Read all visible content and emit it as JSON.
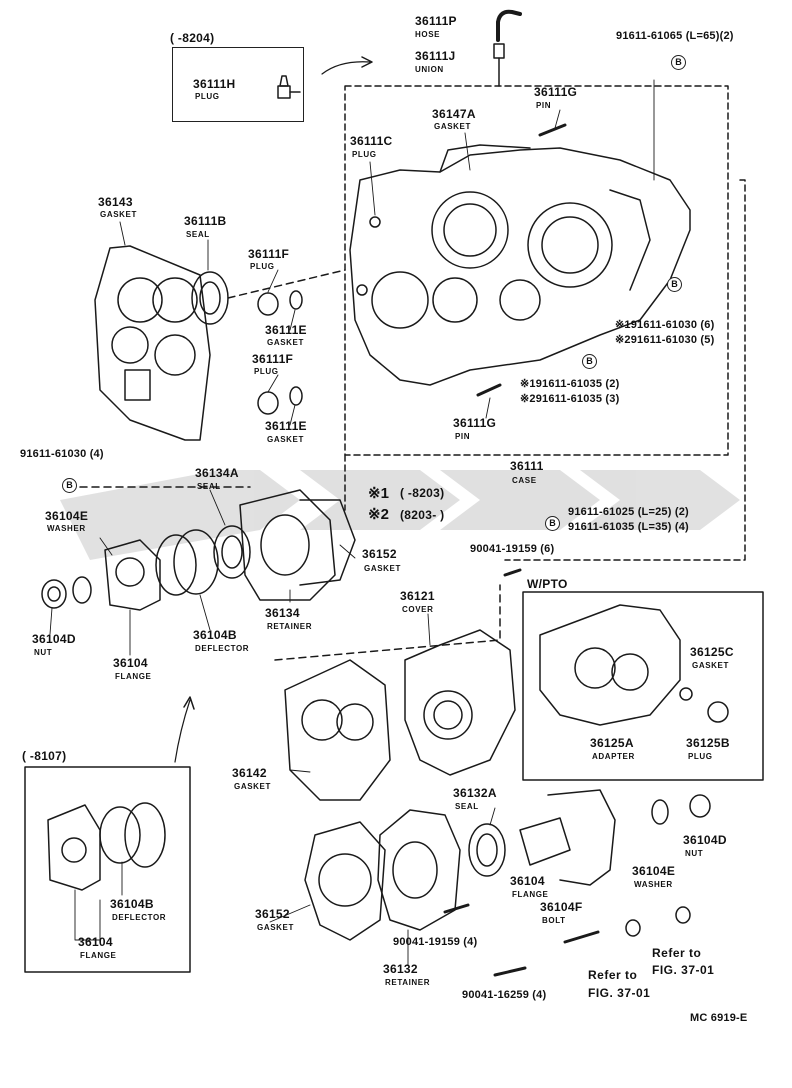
{
  "top_box": {
    "range": "(      -8204)",
    "part": "36111H",
    "desc": "PLUG"
  },
  "hose": {
    "part": "36111P",
    "desc": "HOSE"
  },
  "union": {
    "part": "36111J",
    "desc": "UNION"
  },
  "bolt_top": {
    "part": "91611-61065 (L=65)(2)",
    "ref": "B"
  },
  "gasket_36147A": {
    "part": "36147A",
    "desc": "GASKET"
  },
  "pin_36111G_top": {
    "part": "36111G",
    "desc": "PIN"
  },
  "plug_36111C": {
    "part": "36111C",
    "desc": "PLUG"
  },
  "gasket_36143": {
    "part": "36143",
    "desc": "GASKET"
  },
  "seal_36111B": {
    "part": "36111B",
    "desc": "SEAL"
  },
  "plug_36111F_a": {
    "part": "36111F",
    "desc": "PLUG"
  },
  "gasket_36111E_a": {
    "part": "36111E",
    "desc": "GASKET"
  },
  "plug_36111F_b": {
    "part": "36111F",
    "desc": "PLUG"
  },
  "gasket_36111E_b": {
    "part": "36111E",
    "desc": "GASKET"
  },
  "bolts_right": {
    "ref": "B",
    "line1": "※191611-61030 (6)",
    "line2": "※291611-61030 (5)"
  },
  "bolts_mid": {
    "line1": "※191611-61035 (2)",
    "line2": "※291611-61035 (3)"
  },
  "pin_36111G_bottom": {
    "part": "36111G",
    "desc": "PIN"
  },
  "case": {
    "part": "36111",
    "desc": "CASE"
  },
  "bolt_left": {
    "part": "91611-61030 (4)",
    "ref": "B"
  },
  "seal_36134A": {
    "part": "36134A",
    "desc": "SEAL"
  },
  "washer_36104E_a": {
    "part": "36104E",
    "desc": "WASHER"
  },
  "note_range": {
    "mark1": "※1",
    "range1": "(          -8203)",
    "mark2": "※2",
    "range2": "(8203-         )"
  },
  "bolts_case_right": {
    "ref": "B",
    "line1": "91611-61025 (L=25) (2)",
    "line2": "91611-61035 (L=35) (4)"
  },
  "bolt_90041_a": {
    "part": "90041-19159 (6)"
  },
  "gasket_36152_a": {
    "part": "36152",
    "desc": "GASKET"
  },
  "nut_36104D_a": {
    "part": "36104D",
    "desc": "NUT"
  },
  "deflector_36104B_a": {
    "part": "36104B",
    "desc": "DEFLECTOR"
  },
  "retainer_36134": {
    "part": "36134",
    "desc": "RETAINER"
  },
  "flange_36104_a": {
    "part": "36104",
    "desc": "FLANGE"
  },
  "pto_box": {
    "title": "W/PTO"
  },
  "cover_36121": {
    "part": "36121",
    "desc": "COVER"
  },
  "gasket_36125C": {
    "part": "36125C",
    "desc": "GASKET"
  },
  "adapter_36125A": {
    "part": "36125A",
    "desc": "ADAPTER"
  },
  "plug_36125B": {
    "part": "36125B",
    "desc": "PLUG"
  },
  "gasket_36142": {
    "part": "36142",
    "desc": "GASKET"
  },
  "bottom_box": {
    "range": "(      -8107)"
  },
  "deflector_36104B_b": {
    "part": "36104B",
    "desc": "DEFLECTOR"
  },
  "flange_36104_b": {
    "part": "36104",
    "desc": "FLANGE"
  },
  "seal_36132A": {
    "part": "36132A",
    "desc": "SEAL"
  },
  "washer_36104E_b": {
    "part": "36104E",
    "desc": "WASHER"
  },
  "nut_36104D_b": {
    "part": "36104D",
    "desc": "NUT"
  },
  "flange_36104_c": {
    "part": "36104",
    "desc": "FLANGE"
  },
  "bolt_36104F": {
    "part": "36104F",
    "desc": "BOLT"
  },
  "gasket_36152_b": {
    "part": "36152",
    "desc": "GASKET"
  },
  "bolt_90041_b": {
    "part": "90041-19159 (4)"
  },
  "refer_a": {
    "line1": "Refer to",
    "line2": "FIG. 37-01"
  },
  "refer_b": {
    "line1": "Refer to",
    "line2": "FIG. 37-01"
  },
  "retainer_36132": {
    "part": "36132",
    "desc": "RETAINER"
  },
  "stud_90041": {
    "part": "90041-16259 (4)"
  },
  "figure_code": "MC 6919-E"
}
